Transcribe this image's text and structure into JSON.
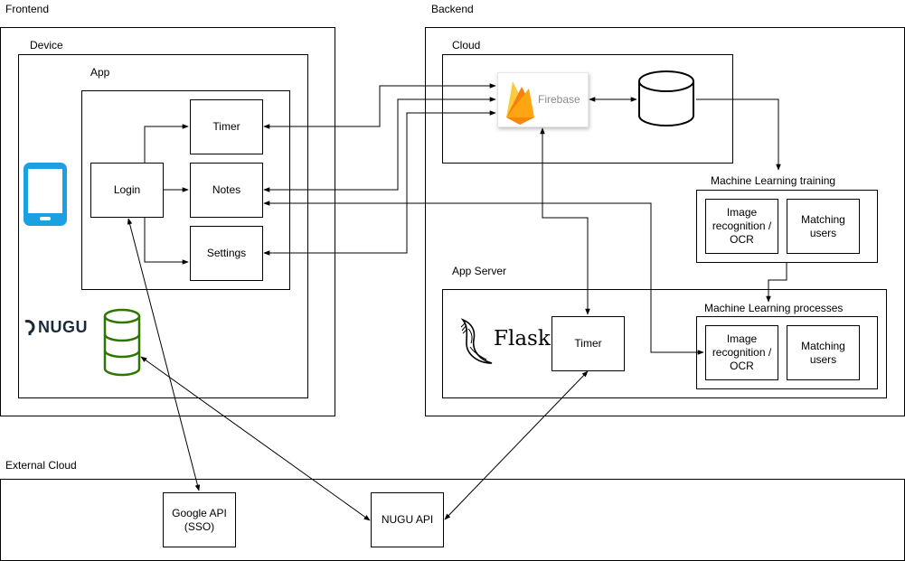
{
  "groups": {
    "frontend": "Frontend",
    "device": "Device",
    "app": "App",
    "backend": "Backend",
    "cloud": "Cloud",
    "app_server": "App Server",
    "ml_training": "Machine Learning training",
    "ml_processes": "Machine Learning processes",
    "external_cloud": "External Cloud"
  },
  "nodes": {
    "timer_app": "Timer",
    "notes": "Notes",
    "settings": "Settings",
    "login": "Login",
    "firebase": "Firebase",
    "train_image": "Image\nrecognition /\nOCR",
    "train_matching": "Matching\nusers",
    "proc_image": "Image\nrecognition /\nOCR",
    "proc_matching": "Matching\nusers",
    "timer_server": "Timer",
    "google_api": "Google API\n(SSO)",
    "nugu_api": "NUGU API"
  },
  "logos": {
    "nugu": "NUGU",
    "flask": "Flask"
  },
  "icons": {
    "phone": "smartphone-icon",
    "storage": "database-icon",
    "firebase": "firebase-flame-icon",
    "cloud_db": "cylinder-database-icon",
    "flask": "flask-horn-icon"
  },
  "colors": {
    "phone": "#1ba1e2",
    "storage": "#2d7600",
    "firebase_orange": "#f6820c",
    "firebase_yellow": "#fcca3f",
    "firebase_text": "#8a8a8a",
    "nugu": "#1a2a3a"
  }
}
